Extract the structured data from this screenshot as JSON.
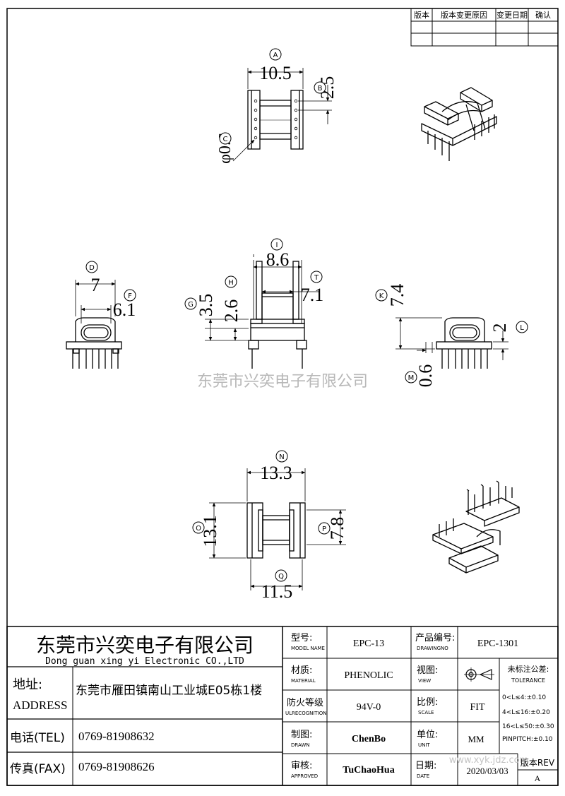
{
  "revision_table": {
    "headers": [
      "版本",
      "版本变更原因",
      "变更日期",
      "确认"
    ]
  },
  "dimensions": {
    "A": "10.5",
    "B": "2.5",
    "C": "φ0.6",
    "D": "7",
    "E": "8.6",
    "F": "6.1",
    "G": "3.5",
    "H": "2.6",
    "T": "7.1",
    "K": "7.4",
    "L": "2",
    "M": "0.6",
    "N": "13.3",
    "O": "13.1",
    "P": "7.8",
    "Q": "11.5"
  },
  "balloons": [
    "A",
    "B",
    "C",
    "D",
    "F",
    "G",
    "H",
    "I",
    "T",
    "K",
    "L",
    "M",
    "N",
    "O",
    "P",
    "Q"
  ],
  "watermark": "东莞市兴奕电子有限公司",
  "title_block": {
    "company_cn": "东莞市兴奕电子有限公司",
    "company_en": "Dong guan xing yi Electronic CO.,LTD",
    "address_label_cn": "地址:",
    "address_label_en": "ADDRESS",
    "address": "东莞市雁田镇南山工业城E05栋1楼",
    "tel_label": "电话(TEL)",
    "tel": "0769-81908632",
    "fax_label": "传真(FAX)",
    "fax": "0769-81908626",
    "model_label_cn": "型号:",
    "model_label_en": "MODEL NAME",
    "model": "EPC-13",
    "material_label_cn": "材质:",
    "material_label_en": "MATERIAL",
    "material": "PHENOLIC",
    "flame_label_cn": "防火等级",
    "flame_label_en": "ULRECOGNITION",
    "flame": "94V-0",
    "drawn_label_cn": "制图:",
    "drawn_label_en": "DRAWN",
    "drawn": "ChenBo",
    "approved_label_cn": "审核:",
    "approved_label_en": "APPROVED",
    "approved": "TuChaoHua",
    "drawing_no_label_cn": "产品编号:",
    "drawing_no_label_en": "DRAWINGNO",
    "drawing_no": "EPC-1301",
    "view_label_cn": "视图:",
    "view_label_en": "VIEW",
    "scale_label_cn": "比例:",
    "scale_label_en": "SCALE",
    "scale": "FIT",
    "unit_label_cn": "单位:",
    "unit_label_en": "UNIT",
    "unit": "MM",
    "date_label_cn": "日期:",
    "date_label_en": "DATE",
    "date": "2020/03/03",
    "tolerance_label_cn": "未标注公差:",
    "tolerance_label_en": "TOLERANCE",
    "tolerance_1": "0<L≤4:±0.10",
    "tolerance_2": "4<L≤16:±0.20",
    "tolerance_3": "16<L≤50:±0.30",
    "tolerance_4": "PINPITCH:±0.10",
    "rev_label": "版本REV",
    "rev": "A",
    "site_watermark": "www.xyk.jdz.com"
  }
}
